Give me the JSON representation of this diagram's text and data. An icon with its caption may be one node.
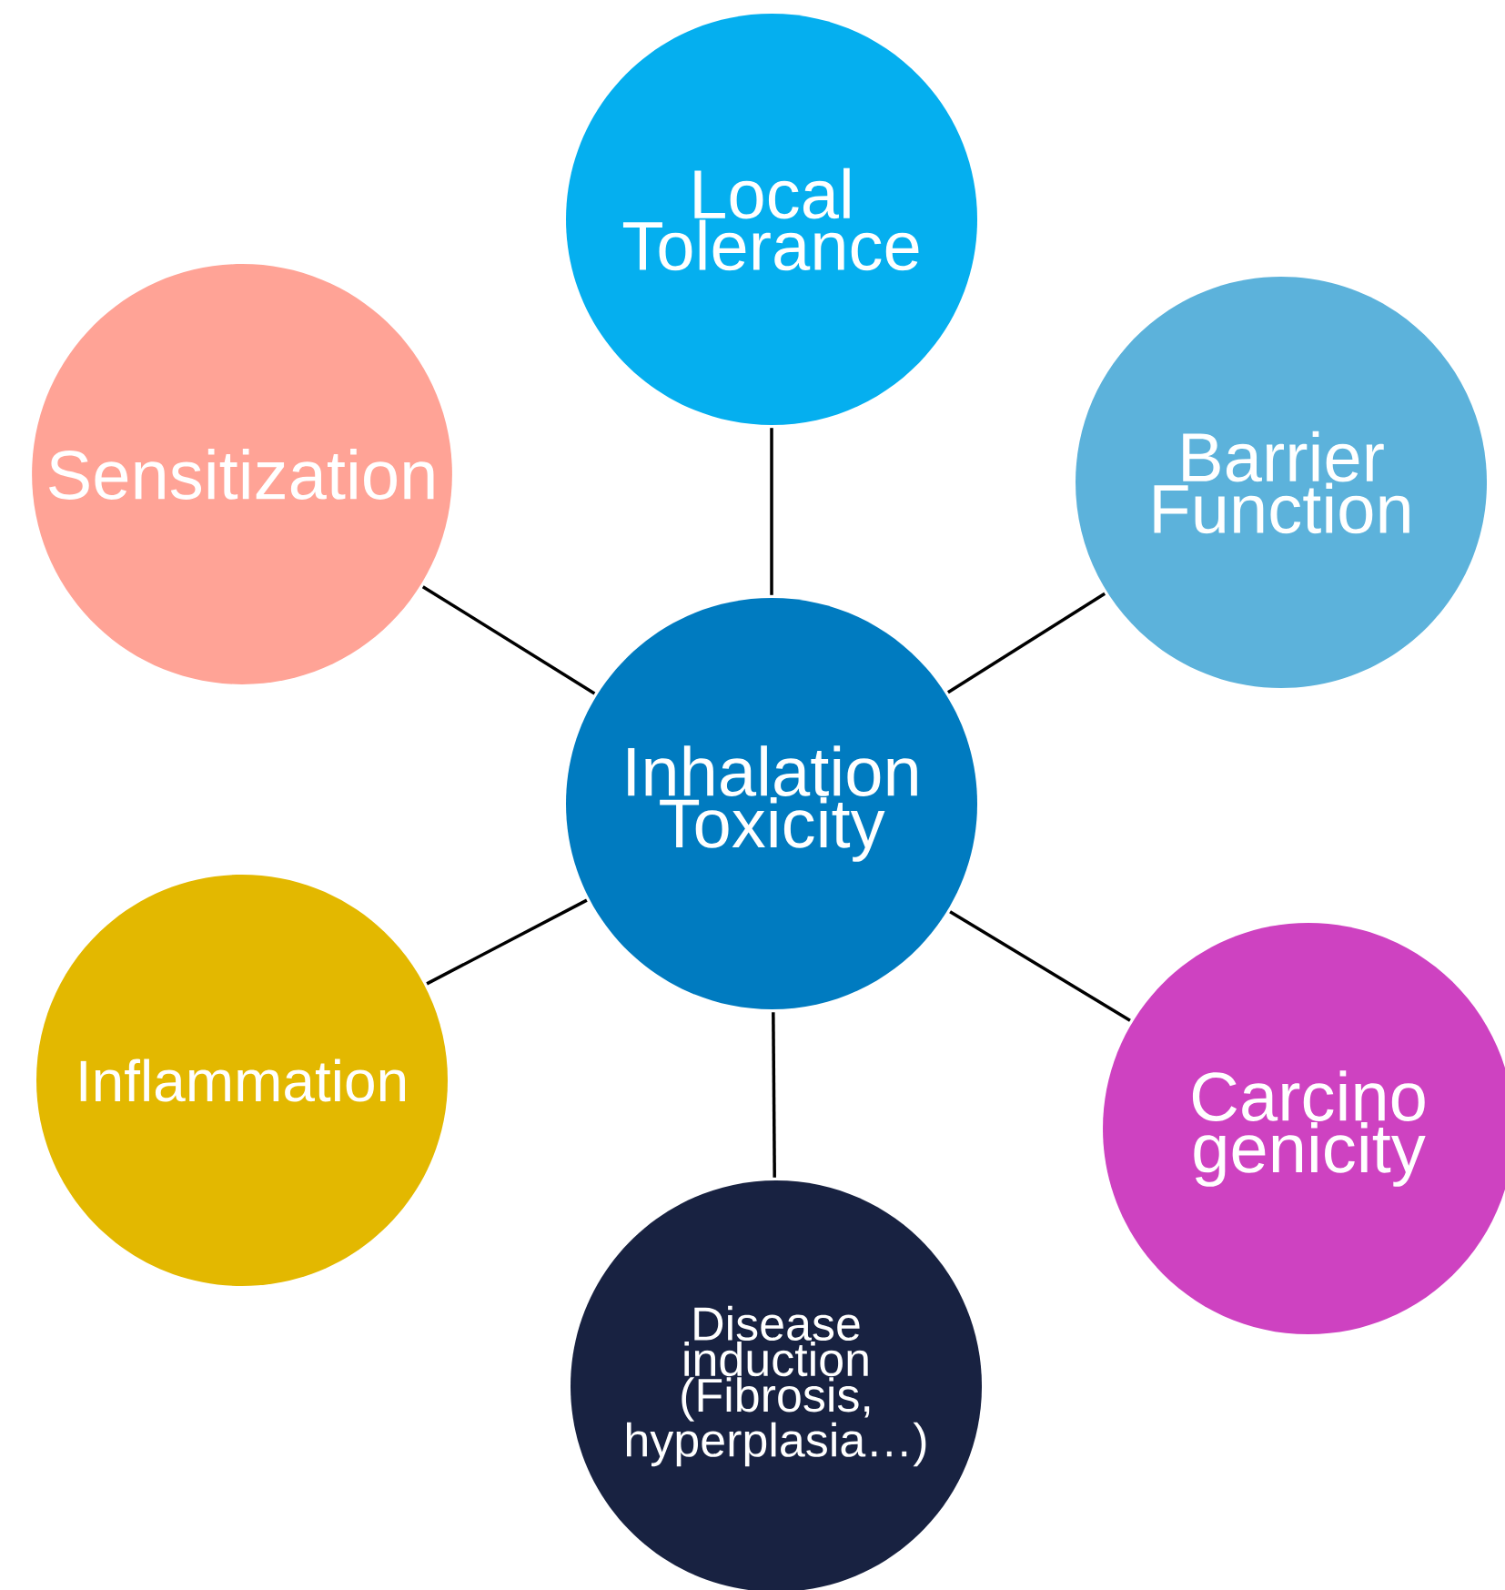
{
  "diagram": {
    "nodes": [
      {
        "text": [
          "Inhalation Toxicity"
        ]
      },
      {
        "text": [
          "Local Tolerance"
        ]
      },
      {
        "text": [
          "Sensitization"
        ]
      },
      {
        "text": [
          "Barrier Function"
        ]
      },
      {
        "text": [
          "Inflammation"
        ]
      },
      {
        "text": [
          "Carcino genicity"
        ]
      },
      {
        "text": [
          "Disease induction (Fibrosis, hyperplasia…)"
        ]
      }
    ],
    "edges": [
      {
        "from": 0,
        "to": 1,
        "arrow": "none"
      },
      {
        "from": 0,
        "to": 2,
        "arrow": "none"
      },
      {
        "from": 0,
        "to": 3,
        "arrow": "none"
      },
      {
        "from": 0,
        "to": 4,
        "arrow": "none"
      },
      {
        "from": 0,
        "to": 5,
        "arrow": "none"
      },
      {
        "from": 0,
        "to": 6,
        "arrow": "none"
      }
    ]
  }
}
